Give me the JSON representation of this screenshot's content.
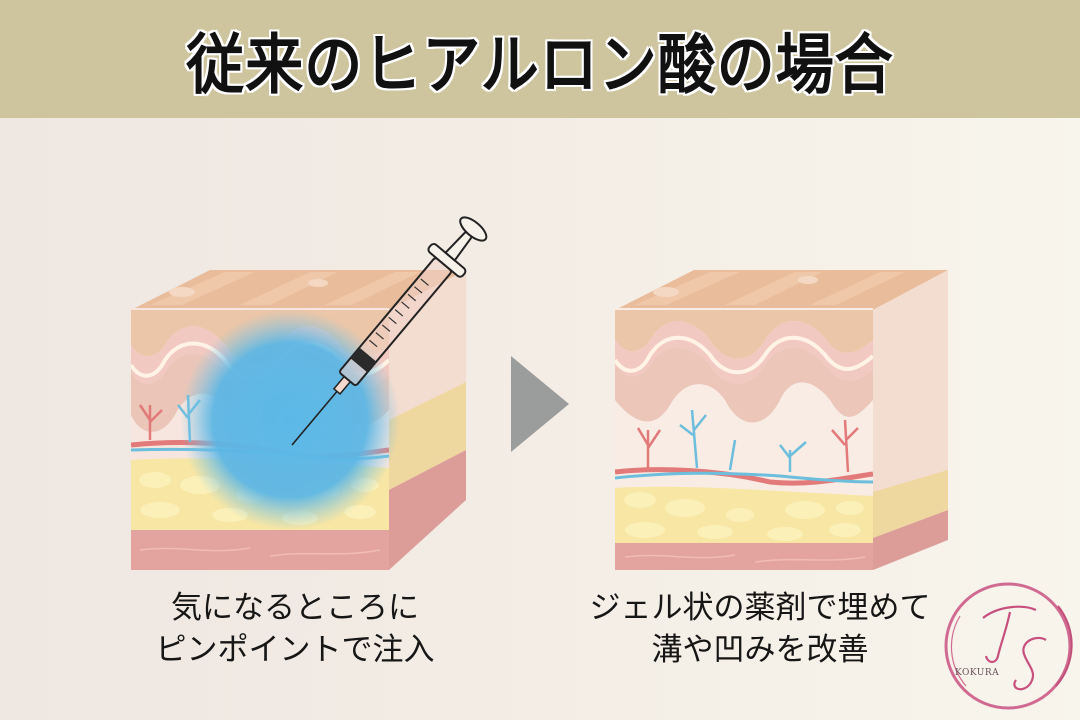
{
  "header": {
    "title": "従来のヒアルロン酸の場合",
    "background": "#CEC49E"
  },
  "panels": [
    {
      "id": "before",
      "illustration": "skin-cross-section-with-syringe-injection",
      "caption_lines": [
        "気になるところに",
        "ピンポイントで注入"
      ]
    },
    {
      "id": "after",
      "illustration": "skin-cross-section-filled",
      "caption_lines": [
        "ジェル状の薬剤で埋めて",
        "溝や凹みを改善"
      ]
    }
  ],
  "arrow": {
    "icon": "triangle-right-icon",
    "color": "#9B9D9C"
  },
  "logo": {
    "monogram": "TS",
    "text": "KOKURA",
    "color": "#C8507E"
  },
  "colors": {
    "gel_blue": "#5BB8E6",
    "epidermis": "#E8B898",
    "dermis": "#F6DCD0",
    "fat": "#F7E6A4",
    "muscle": "#E3A39F",
    "artery": "#E27A7A",
    "vein": "#6CBEDC"
  }
}
